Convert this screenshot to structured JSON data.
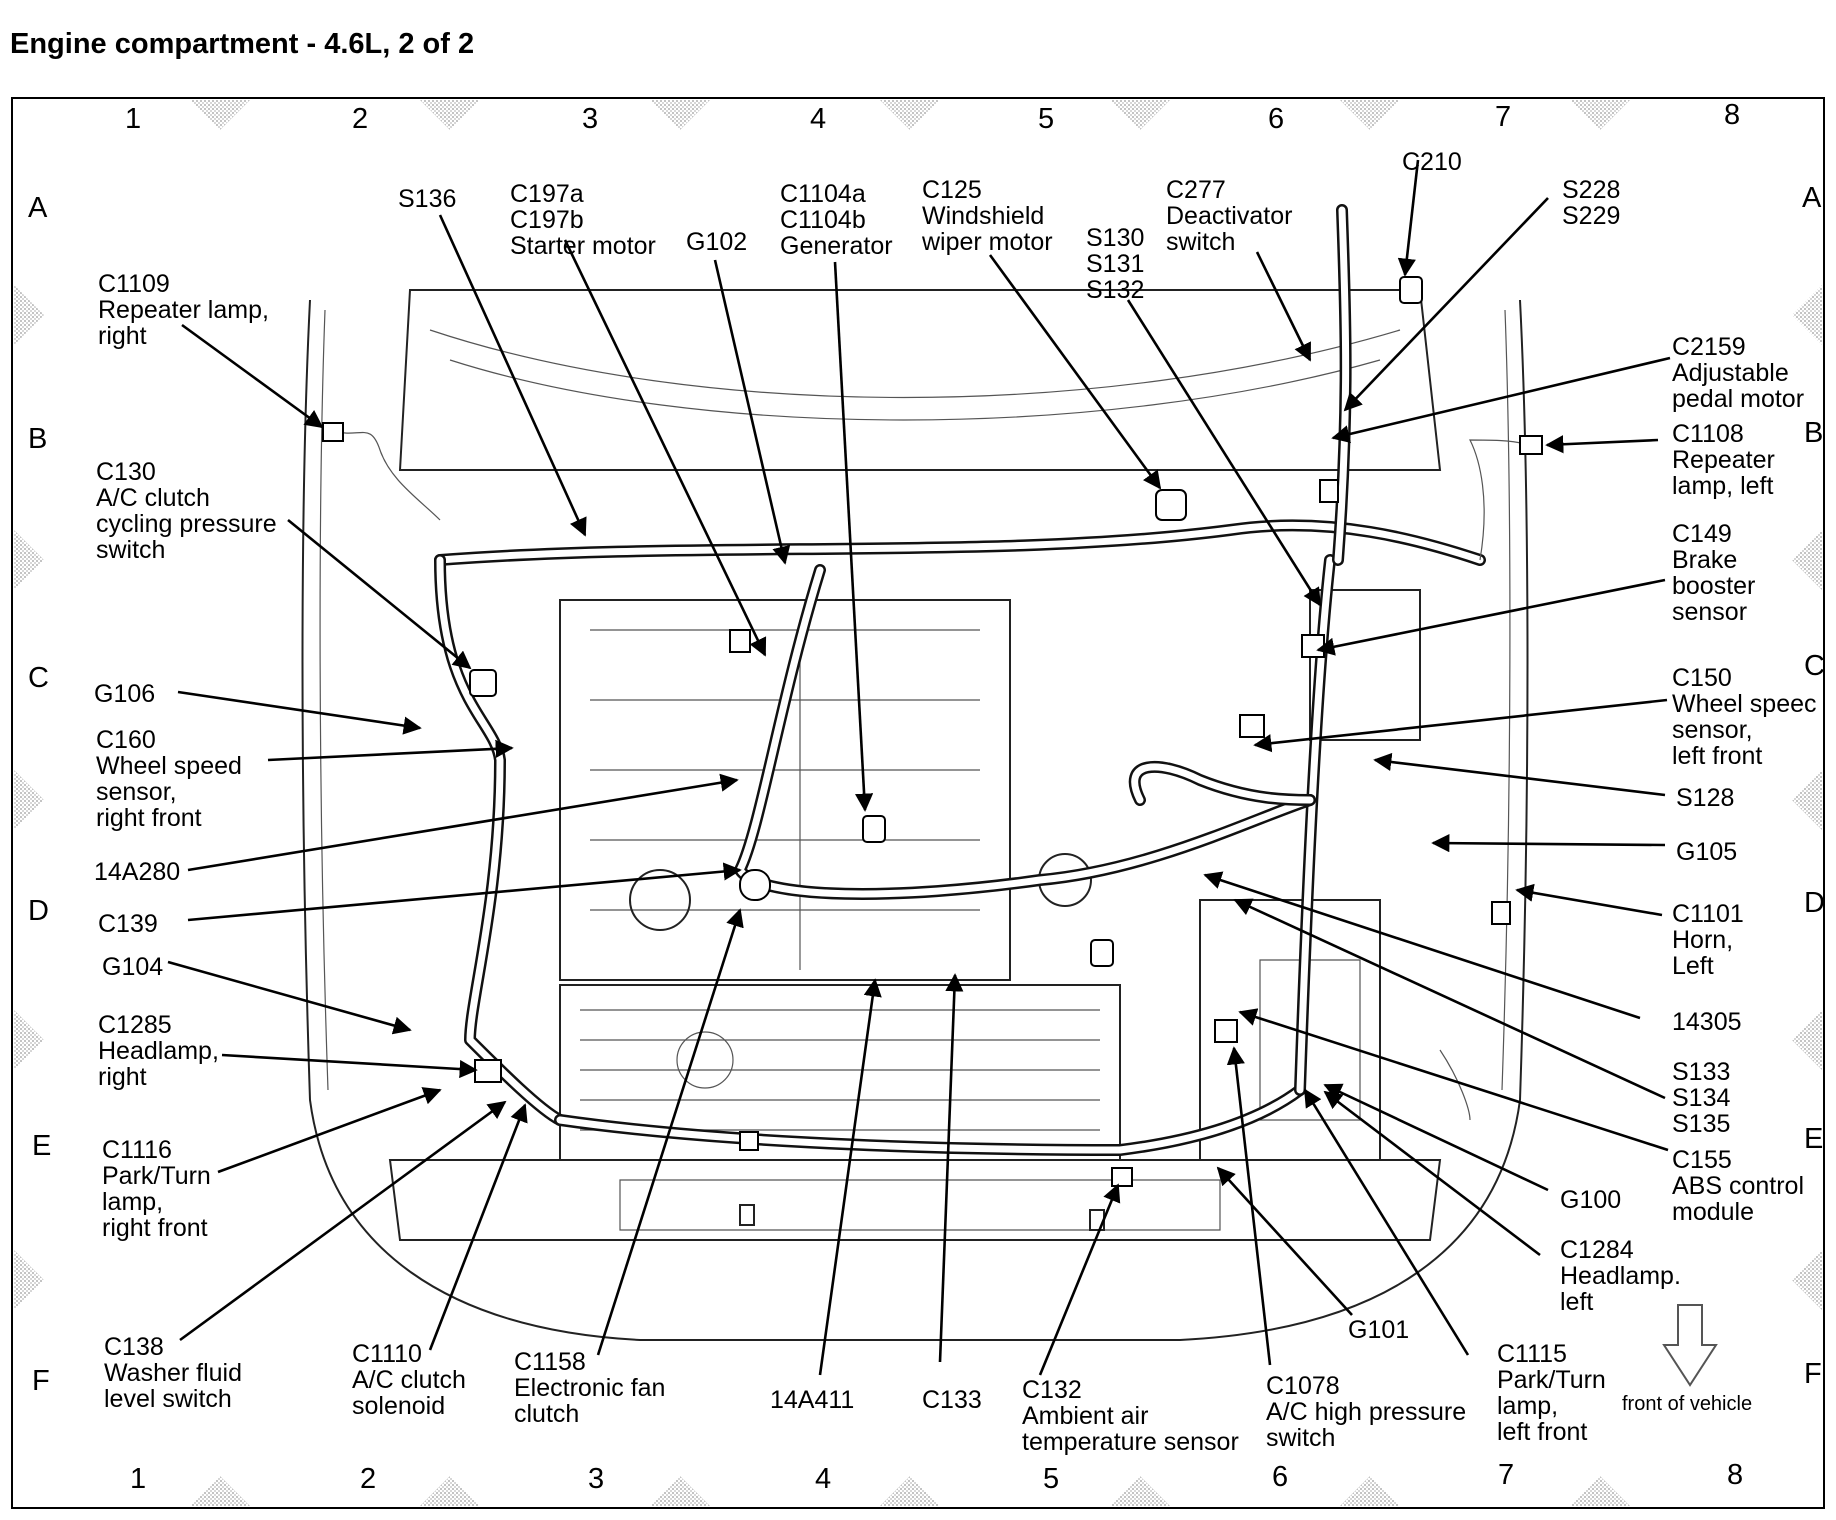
{
  "page": {
    "title": "Engine compartment - 4.6L, 2 of 2"
  },
  "grid": {
    "columns": [
      "1",
      "2",
      "3",
      "4",
      "5",
      "6",
      "7",
      "8"
    ],
    "rows": [
      "A",
      "B",
      "C",
      "D",
      "E",
      "F"
    ]
  },
  "labels": {
    "s136": "S136",
    "c197": [
      "C197a",
      "C197b",
      "Starter motor"
    ],
    "g102": "G102",
    "c1104": [
      "C1104a",
      "C1104b",
      "Generator"
    ],
    "c125": [
      "C125",
      "Windshield",
      "wiper motor"
    ],
    "s130": [
      "S130",
      "S131",
      "S132"
    ],
    "c277": [
      "C277",
      "Deactivator",
      "switch"
    ],
    "c210": "C210",
    "s228": [
      "S228",
      "S229"
    ],
    "c1109": [
      "C1109",
      "Repeater lamp,",
      "right"
    ],
    "c2159": [
      "C2159",
      "Adjustable",
      "pedal motor"
    ],
    "c1108": [
      "C1108",
      "Repeater",
      "lamp, left"
    ],
    "c130": [
      "C130",
      "A/C clutch",
      "cycling pressure",
      "switch"
    ],
    "c149": [
      "C149",
      "Brake",
      "booster",
      "sensor"
    ],
    "g106": "G106",
    "c150": [
      "C150",
      "Wheel speec",
      "sensor,",
      "left front"
    ],
    "c160": [
      "C160",
      "Wheel speed",
      "sensor,",
      "right front"
    ],
    "s128": "S128",
    "w14a280": "14A280",
    "g105": "G105",
    "c139": "C139",
    "c1101": [
      "C1101",
      "Horn,",
      "Left"
    ],
    "g104": "G104",
    "w14305": "14305",
    "c1285": [
      "C1285",
      "Headlamp,",
      "right"
    ],
    "s133": [
      "S133",
      "S134",
      "S135"
    ],
    "c1116": [
      "C1116",
      "Park/Turn",
      "lamp,",
      "right front"
    ],
    "c155": [
      "C155",
      "ABS control",
      "module"
    ],
    "g100": "G100",
    "c1284": [
      "C1284",
      "Headlamp.",
      "left"
    ],
    "g101": "G101",
    "c138": [
      "C138",
      "Washer fluid",
      "level switch"
    ],
    "c1110": [
      "C1110",
      "A/C clutch",
      "solenoid"
    ],
    "c1158": [
      "C1158",
      "Electronic fan",
      "clutch"
    ],
    "w14a411": "14A411",
    "c133": "C133",
    "c132": [
      "C132",
      "Ambient air",
      "temperature sensor"
    ],
    "c1078": [
      "C1078",
      "A/C high pressure",
      "switch"
    ],
    "c1115": [
      "C1115",
      "Park/Turn",
      "lamp,",
      "left front"
    ],
    "front": "front of vehicle"
  },
  "icons": {
    "front_arrow": "down-arrow-icon"
  }
}
